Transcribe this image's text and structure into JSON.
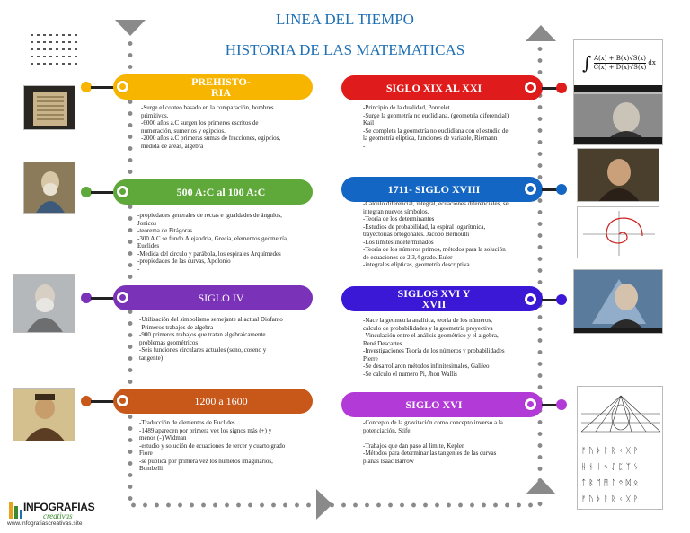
{
  "title": {
    "line1": "LINEA DEL TIEMPO",
    "line2": "HISTORIA DE LAS MATEMATICAS"
  },
  "colors": {
    "title": "#1f6fb4",
    "prehistoria": "#f7b500",
    "ac": "#5fa83a",
    "siglo4": "#7a32b8",
    "p1200": "#c8571a",
    "s19": "#e01b1b",
    "s1711": "#1366c4",
    "s1617": "#3b18d6",
    "s16": "#b23ad6"
  },
  "left": [
    {
      "label": "PREHISTO-\nRIA",
      "text": "-Surge el conteo basado en la comparación, hombres\nprimitivos.\n-6000 años a.C surgen los primeros escritos de\nnumeración, sumerios y egipcios.\n-2000 años a.C primeras sumas de fracciones, egipcios,\nmedida de áreas, algebra"
    },
    {
      "label": "500 A:C al 100 A:C",
      "text": "-propiedades generales de rectas e igualdades de ángulos,\nJonicos\n-teorema de Pitágoras\n-300 A.C se fundo Alejandría, Grecia, elementos geometría,\nEuclides\n-Medida del circulo y parábola, los espirales Arquímedes\n-propiedades de las curvas, Apolonio\n-"
    },
    {
      "label": "SIGLO IV",
      "text": "-Utilización del simbolismo semejante al actual Diofanto\n-Primeros trabajos de algebra\n-900 primeros trabajos que tratan algebraicamente\nproblemas geométricos\n-Seis funciones circulares actuales (seno, coseno y\ntangente)"
    },
    {
      "label": "1200 a 1600",
      "text": "-Traducción de elementos de Euclides\n-1489 aparecen por primera vez los signos más (+) y\nmenos (-) Widman\n-estudio y solución de ecuaciones de tercer y cuarto grado\nFiore\n-se publica por primera vez los números imaginarios,\nBombelli"
    }
  ],
  "right": [
    {
      "label": "SIGLO XIX AL XXI",
      "text": "-Principio de la dualidad, Poncelet\n-Surge la geometría no euclidiana, (geometría diferencial)\nKail\n-Se completa la geometría no euclidiana con el estudio de\nla geometría elíptica, funciones de variable, Riemann\n-"
    },
    {
      "label": "1711- SIGLO XVIII",
      "text": "-Calculo diferencial, integral, ecuaciones diferenciales, se\nintegran nuevos símbolos.\n-Teoría de los determinantes\n-Estudios de probabilidad, la espiral logarítmica,\ntrayectorias ortogonales. Jacobo Bernoulli\n-Los limites indeterminados\n-Teoría de los números primos, métodos para la solución\nde ecuaciones de 2,3,4 grado. Euler\n-integrales elípticas, geometría descriptiva"
    },
    {
      "label": "SIGLOS XVI Y\nXVII",
      "text": "-Nace la geometría analítica, teoría de los números,\ncalculo de probabilidades y la geometría proyectiva\n-Vinculación entre el análisis geométrico y el algebra,\nRené Descartes\n-Investigaciones Teoría de los números y probabilidades\nPierre\n-Se desarrollaron métodos infinitesimales, Galileo\n-Se calculo el numero Pi, Jhon Wallis"
    },
    {
      "label": "SIGLO XVI",
      "text": "-Concepto de la gravitación como concepto inverso a la\npotenciación, Stifel\n\n-Trabajos que dan paso al limite, Kepler\n-Métodos para determinar las tangentes de las curvas\nplanas Isaac Barrow"
    }
  ],
  "formula": {
    "int": "∫",
    "num": "A(x) + B(x)√S(x)",
    "den": "C(x) + D(x)√S(x)",
    "dx": "dx"
  },
  "footer": {
    "brand": "INFOGRAFIAS",
    "sub": "creativas",
    "url": "www.infografiascreativas.site"
  },
  "icons": {
    "arrow": "triangle-arrow-icon",
    "logo": "infografias-logo"
  }
}
